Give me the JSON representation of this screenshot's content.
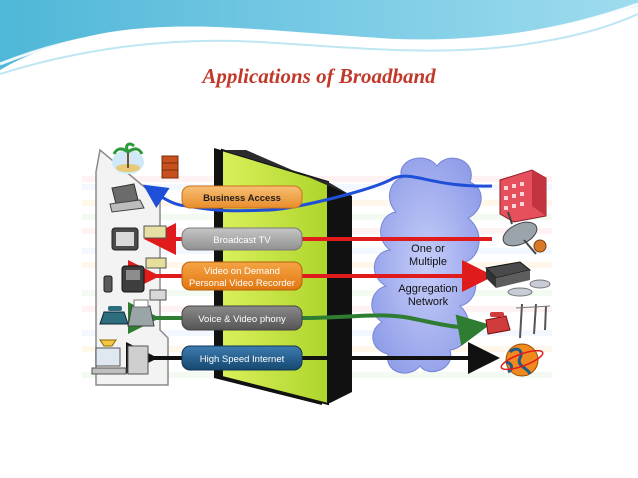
{
  "slide": {
    "title": "Applications of Broadband"
  },
  "diagram": {
    "services": [
      {
        "label": "Business Access",
        "color": "#f4a64a",
        "arrow_color": "#1f4fd8"
      },
      {
        "label": "Broadcast TV",
        "color": "#a9a9a9",
        "arrow_color": "#e01b1b"
      },
      {
        "label_line1": "Video on Demand",
        "label_line2": "Personal Video Recorder",
        "color": "#f08a1e",
        "arrow_color": "#e01b1b"
      },
      {
        "label": "Voice & Video phony",
        "color": "#6d6d6d",
        "arrow_color": "#2e7d32"
      },
      {
        "label": "High Speed Internet",
        "color": "#1e5b8c",
        "arrow_color": "#111111"
      }
    ],
    "cloud": {
      "line1": "One or",
      "line2": "Multiple",
      "line3": "Aggregation",
      "line4": "Network",
      "color": "#a8b4f0"
    },
    "left_devices": [
      "island-icon",
      "laptop-icon",
      "television-icon",
      "set-top-box-icon",
      "phone-icon",
      "fax-icon",
      "desktop-pc-icon"
    ],
    "right_devices": [
      "office-building-icon",
      "satellite-dish-icon",
      "video-server-icon",
      "telephone-pole-icon",
      "globe-icon"
    ]
  }
}
